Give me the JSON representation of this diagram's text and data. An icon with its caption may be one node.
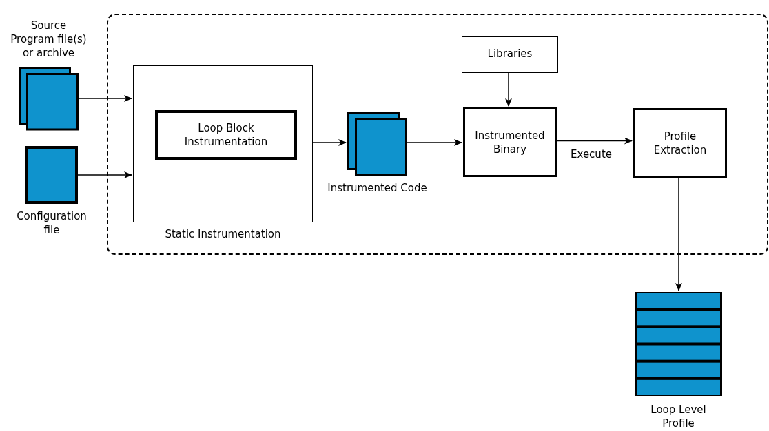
{
  "diagram": {
    "nodes": [
      {
        "text": [],
        "shape": "box"
      },
      {
        "text": [
          "Source Program file(s) or archive"
        ]
      },
      {
        "text": [
          "Configuration file"
        ]
      },
      {
        "text": [
          "Static Instrumentation"
        ],
        "in": 0
      },
      {
        "text": [
          "Loop Block Instrumentation"
        ],
        "in": 3
      },
      {
        "text": [
          "Instrumented Code"
        ],
        "in": 0
      },
      {
        "text": [
          "Libraries"
        ],
        "in": 0
      },
      {
        "text": [
          "Instrumented Binary"
        ],
        "in": 0
      },
      {
        "text": [
          "Profile Extraction"
        ],
        "in": 0
      },
      {
        "text": [
          "Loop Level Profile"
        ]
      }
    ],
    "edges": [
      {
        "from": 1,
        "to": 3,
        "arrow": "to"
      },
      {
        "from": 2,
        "to": 3,
        "arrow": "to"
      },
      {
        "from": 3,
        "to": 5,
        "arrow": "to"
      },
      {
        "from": 5,
        "to": 7,
        "arrow": "to"
      },
      {
        "from": 6,
        "to": 7,
        "arrow": "to"
      },
      {
        "from": 7,
        "to": 8,
        "arrow": "to",
        "label": "Execute"
      },
      {
        "from": 8,
        "to": 9,
        "arrow": "to"
      }
    ]
  }
}
